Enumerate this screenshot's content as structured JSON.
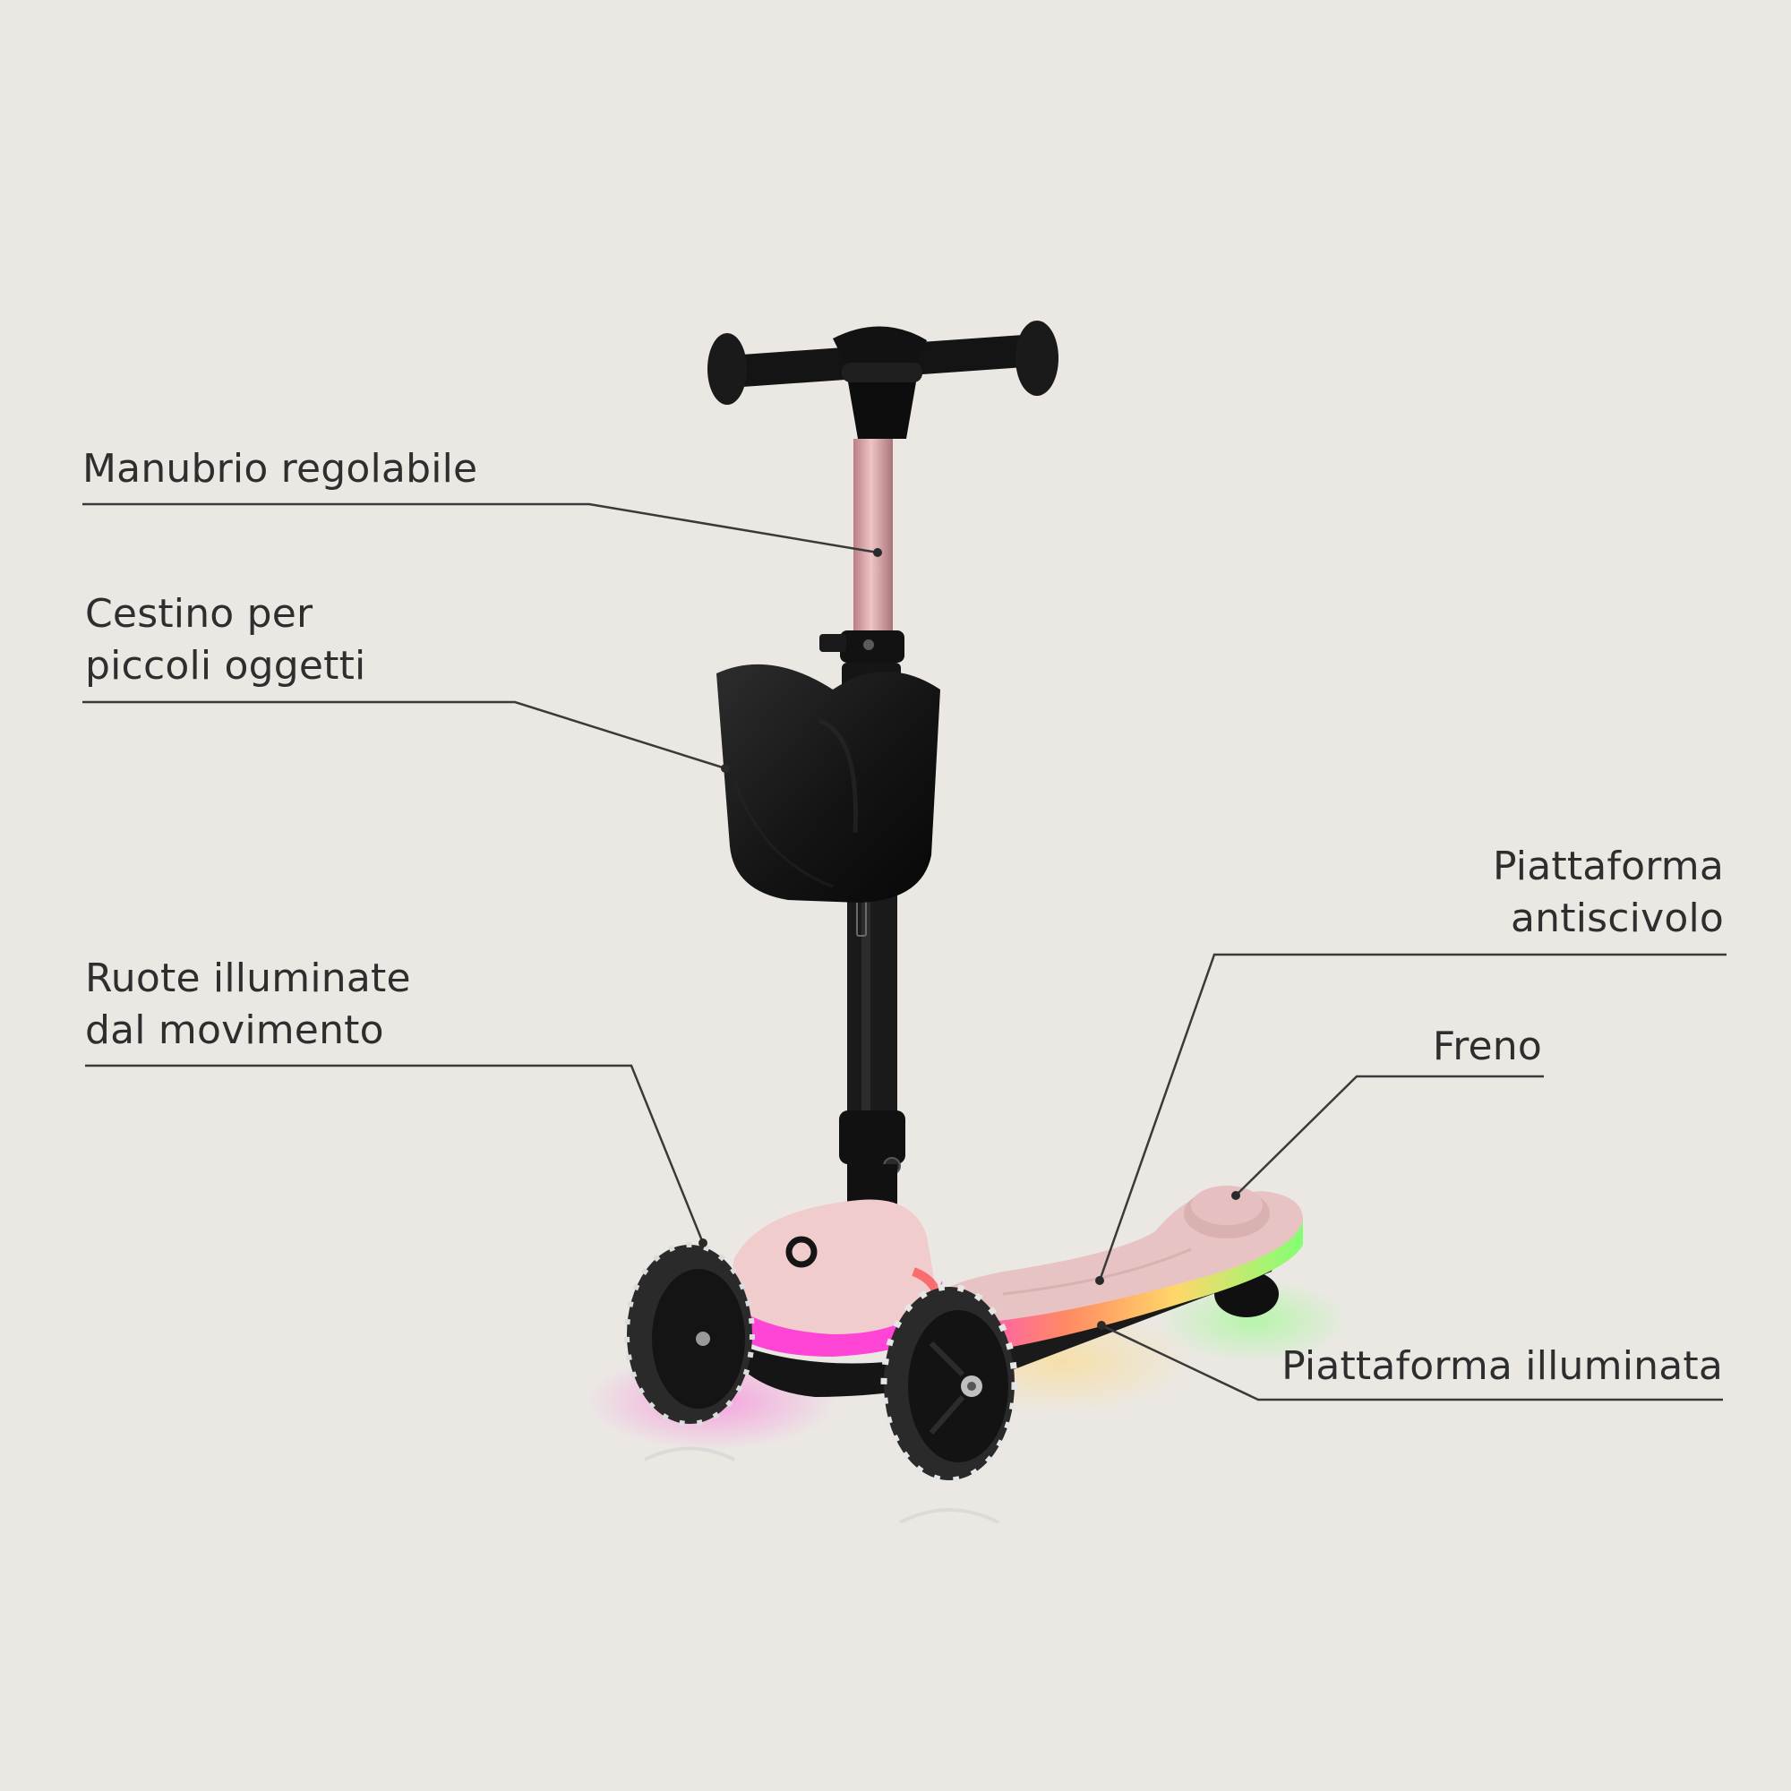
{
  "callouts": {
    "handlebar": {
      "lines": [
        "Manubrio regolabile"
      ]
    },
    "basket": {
      "lines": [
        "Cestino per",
        "piccoli oggetti"
      ]
    },
    "wheels": {
      "lines": [
        "Ruote illuminate",
        "dal movimento"
      ]
    },
    "deck": {
      "lines": [
        "Piattaforma",
        "antiscivolo"
      ]
    },
    "brake": {
      "lines": [
        "Freno"
      ]
    },
    "lit_deck": {
      "lines": [
        "Piattaforma illuminata"
      ]
    }
  },
  "colors": {
    "background": "#ebe8e4",
    "text": "#2e2e2e",
    "leader_line": "#3a3a3a",
    "stem_pink": "#d9a7a7",
    "deck_pink": "#e8c3c3",
    "glow_magenta": "#ff3fd0",
    "glow_green": "#7dff74",
    "glow_orange": "#ffb25c",
    "black": "#151515"
  }
}
